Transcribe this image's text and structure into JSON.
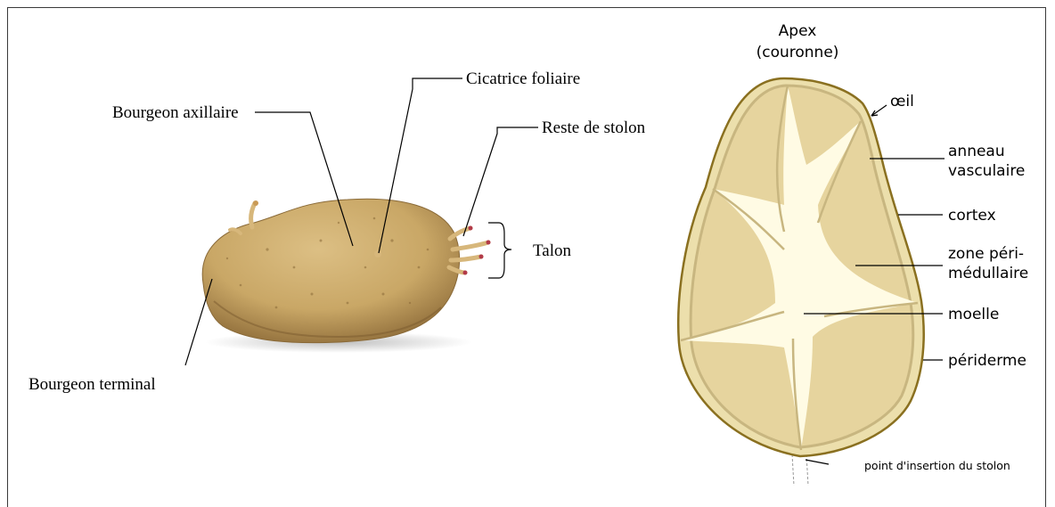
{
  "photo_labels": {
    "cicatrice": "Cicatrice foliaire",
    "bourgeon_axillaire": "Bourgeon axillaire",
    "reste_stolon": "Reste de stolon",
    "talon": "Talon",
    "bourgeon_terminal": "Bourgeon terminal"
  },
  "section_labels": {
    "apex_line1": "Apex",
    "apex_line2": "(couronne)",
    "oeil": "œil",
    "anneau_line1": "anneau",
    "anneau_line2": "vasculaire",
    "cortex": "cortex",
    "zone_line1": "zone péri-",
    "zone_line2": "médullaire",
    "moelle": "moelle",
    "periderme": "périderme",
    "stolon_point": "point d'insertion du stolon"
  },
  "colors": {
    "periderm": "#8a7020",
    "cortex": "#ecdfac",
    "perimedullary": "#e6d49e",
    "vascular": "#c8b680",
    "pith": "#fffbe4",
    "potato_skin": "#c9a766",
    "potato_skin_dark": "#a8844a",
    "sprout": "#d7b77b",
    "sprout_tip": "#b23a48"
  }
}
